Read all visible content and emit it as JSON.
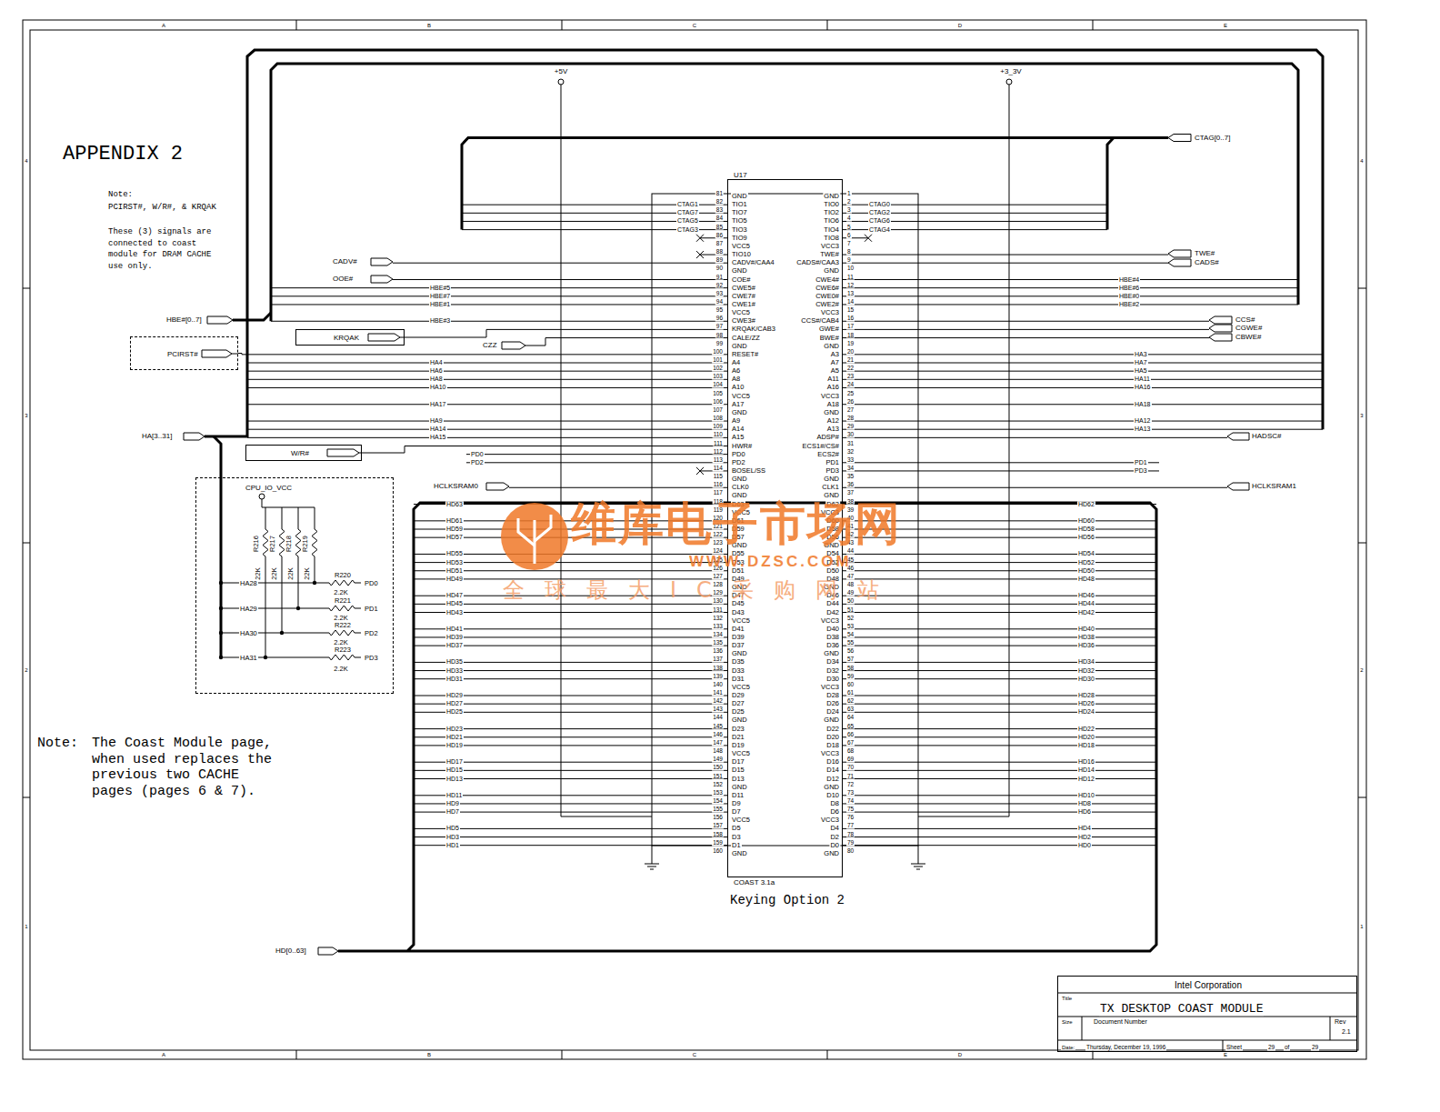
{
  "diagram": {
    "nodes": [
      {
        "text": [
          "KRQAK"
        ]
      },
      {
        "text": [
          "PCIRST#"
        ]
      },
      {
        "text": [
          "U17",
          "COAST 3.1a"
        ]
      },
      {
        "text": [
          "W/R#"
        ]
      },
      {
        "text": [
          "CPU_IO_VCC",
          "R216",
          "R217",
          "R218",
          "R219",
          "22K",
          "22K",
          "22K",
          "22K",
          "HA28",
          "HA29",
          "HA30",
          "HA31",
          "R220",
          "2.2K",
          "PD0",
          "R221",
          "2.2K",
          "PD1",
          "R222",
          "2.2K",
          "PD2",
          "R223",
          "2.2K",
          "PD3"
        ]
      },
      {
        "text": [
          "Intel Corporation",
          "Title",
          "TX DESKTOP COAST MODULE",
          "Size",
          "Document Number",
          "Rev",
          "2.1",
          "Date:",
          "Thursday, December 19, 1996",
          "Sheet",
          "29",
          "of",
          "29"
        ]
      }
    ],
    "edges": [
      {
        "from": 0,
        "to": 2,
        "arrow": "none"
      },
      {
        "from": 1,
        "to": 2,
        "arrow": "none"
      },
      {
        "from": 3,
        "to": 2,
        "arrow": "none"
      }
    ],
    "labels": [
      "APPENDIX 2",
      "Note:",
      "PCIRST#, W/R#, & KRQAK",
      "These (3) signals are connected to coast module for DRAM CACHE use only.",
      "Note:",
      "The Coast Module page, when used replaces the previous two CACHE pages (pages 6 & 7).",
      "+5V",
      "+3_3V",
      "Keying Option 2",
      "A",
      "B",
      "C",
      "D",
      "E",
      "A",
      "B",
      "C",
      "D",
      "E",
      "4",
      "3",
      "2",
      "1",
      "4",
      "3",
      "2",
      "1",
      "CTAG[0..7]",
      "TWE#",
      "CADS#",
      "CADV#",
      "OOE#",
      "HBE#[0..7]",
      "CZZ",
      "CCS#",
      "CGWE#",
      "CBWE#",
      "HA[3..31]",
      "HADSC#",
      "HCLKSRAM0",
      "HCLKSRAM1",
      "HD[0..63]",
      "维库电子市场网",
      "WWW.DZSC.COM",
      "全球最大IC采购网站",
      "GND",
      "TIO1",
      "TIO7",
      "TIO5",
      "TIO3",
      "TIO9",
      "VCC5",
      "TIO10",
      "CADV#/CAA4",
      "GND",
      "COE#",
      "CWE5#",
      "CWE7#",
      "CWE1#",
      "VCC5",
      "CWE3#",
      "KRQAK/CAB3",
      "CALE/ZZ",
      "GND",
      "RESET#",
      "A4",
      "A6",
      "A8",
      "A10",
      "VCC5",
      "A17",
      "GND",
      "A9",
      "A14",
      "A15",
      "HWR#",
      "PD0",
      "PD2",
      "BOSEL/SS",
      "GND",
      "CLK0",
      "GND",
      "D63",
      "VCC5",
      "D61",
      "D59",
      "D57",
      "GND",
      "D55",
      "D53",
      "D51",
      "D49",
      "GND",
      "D47",
      "D45",
      "D43",
      "VCC5",
      "D41",
      "D39",
      "D37",
      "GND",
      "D35",
      "D33",
      "D31",
      "VCC5",
      "D29",
      "D27",
      "D25",
      "GND",
      "D23",
      "D21",
      "D19",
      "VCC5",
      "D17",
      "D15",
      "D13",
      "GND",
      "D11",
      "D9",
      "D7",
      "VCC5",
      "D5",
      "D3",
      "D1",
      "GND",
      "81",
      "82",
      "83",
      "84",
      "85",
      "86",
      "87",
      "88",
      "89",
      "90",
      "91",
      "92",
      "93",
      "94",
      "95",
      "96",
      "97",
      "98",
      "99",
      "100",
      "101",
      "102",
      "103",
      "104",
      "105",
      "106",
      "107",
      "108",
      "109",
      "110",
      "111",
      "112",
      "113",
      "114",
      "115",
      "116",
      "117",
      "118",
      "119",
      "120",
      "121",
      "122",
      "123",
      "124",
      "125",
      "126",
      "127",
      "128",
      "129",
      "130",
      "131",
      "132",
      "133",
      "134",
      "135",
      "136",
      "137",
      "138",
      "139",
      "140",
      "141",
      "142",
      "143",
      "144",
      "145",
      "146",
      "147",
      "148",
      "149",
      "150",
      "151",
      "152",
      "153",
      "154",
      "155",
      "156",
      "157",
      "158",
      "159",
      "160",
      "GND",
      "TIO0",
      "TIO2",
      "TIO6",
      "TIO4",
      "TIO8",
      "VCC3",
      "TWE#",
      "CADS#/CAA3",
      "GND",
      "CWE4#",
      "CWE6#",
      "CWE0#",
      "CWE2#",
      "VCC3",
      "CCS#/CAB4",
      "GWE#",
      "BWE#",
      "GND",
      "A3",
      "A7",
      "A5",
      "A11",
      "A16",
      "VCC3",
      "A18",
      "GND",
      "A12",
      "A13",
      "ADSP#",
      "ECS1#/CS#",
      "ECS2#",
      "PD1",
      "PD3",
      "GND",
      "CLK1",
      "GND",
      "D62",
      "VCC3",
      "D60",
      "D58",
      "D56",
      "GND",
      "D54",
      "D52",
      "D50",
      "D48",
      "GND",
      "D46",
      "D44",
      "D42",
      "VCC3",
      "D40",
      "D38",
      "D36",
      "GND",
      "D34",
      "D32",
      "D30",
      "VCC3",
      "D28",
      "D26",
      "D24",
      "GND",
      "D22",
      "D20",
      "D18",
      "VCC3",
      "D16",
      "D14",
      "D12",
      "GND",
      "D10",
      "D8",
      "D6",
      "VCC3",
      "D4",
      "D2",
      "D0",
      "GND",
      "1",
      "2",
      "3",
      "4",
      "5",
      "6",
      "7",
      "8",
      "9",
      "10",
      "11",
      "12",
      "13",
      "14",
      "15",
      "16",
      "17",
      "18",
      "19",
      "20",
      "21",
      "22",
      "23",
      "24",
      "25",
      "26",
      "27",
      "28",
      "29",
      "30",
      "31",
      "32",
      "33",
      "34",
      "35",
      "36",
      "37",
      "38",
      "39",
      "40",
      "41",
      "42",
      "43",
      "44",
      "45",
      "46",
      "47",
      "48",
      "49",
      "50",
      "51",
      "52",
      "53",
      "54",
      "55",
      "56",
      "57",
      "58",
      "59",
      "60",
      "61",
      "62",
      "63",
      "64",
      "65",
      "66",
      "67",
      "68",
      "69",
      "70",
      "71",
      "72",
      "73",
      "74",
      "75",
      "76",
      "77",
      "78",
      "79",
      "80",
      "CTAG1",
      "CTAG7",
      "CTAG5",
      "CTAG3",
      "HBE#5",
      "HBE#7",
      "HBE#1",
      "HBE#3",
      "HA4",
      "HA6",
      "HA8",
      "HA10",
      "HA17",
      "HA9",
      "HA14",
      "HA15",
      "PD0",
      "PD2",
      "HD63",
      "HD61",
      "HD59",
      "HD57",
      "HD55",
      "HD53",
      "HD51",
      "HD49",
      "HD47",
      "HD45",
      "HD43",
      "HD41",
      "HD39",
      "HD37",
      "HD35",
      "HD33",
      "HD31",
      "HD29",
      "HD27",
      "HD25",
      "HD23",
      "HD21",
      "HD19",
      "HD17",
      "HD15",
      "HD13",
      "HD11",
      "HD9",
      "HD7",
      "HD5",
      "HD3",
      "HD1",
      "CTAG0",
      "CTAG2",
      "CTAG6",
      "CTAG4",
      "HBE#4",
      "HBE#6",
      "HBE#0",
      "HBE#2",
      "HA3",
      "HA7",
      "HA5",
      "HA11",
      "HA16",
      "HA18",
      "HA12",
      "HA13",
      "PD1",
      "PD3",
      "HD62",
      "HD60",
      "HD58",
      "HD56",
      "HD54",
      "HD52",
      "HD50",
      "HD48",
      "HD46",
      "HD44",
      "HD42",
      "HD40",
      "HD38",
      "HD36",
      "HD34",
      "HD32",
      "HD30",
      "HD28",
      "HD26",
      "HD24",
      "HD22",
      "HD20",
      "HD18",
      "HD16",
      "HD14",
      "HD12",
      "HD10",
      "HD8",
      "HD6",
      "HD4",
      "HD2",
      "HD0"
    ]
  }
}
